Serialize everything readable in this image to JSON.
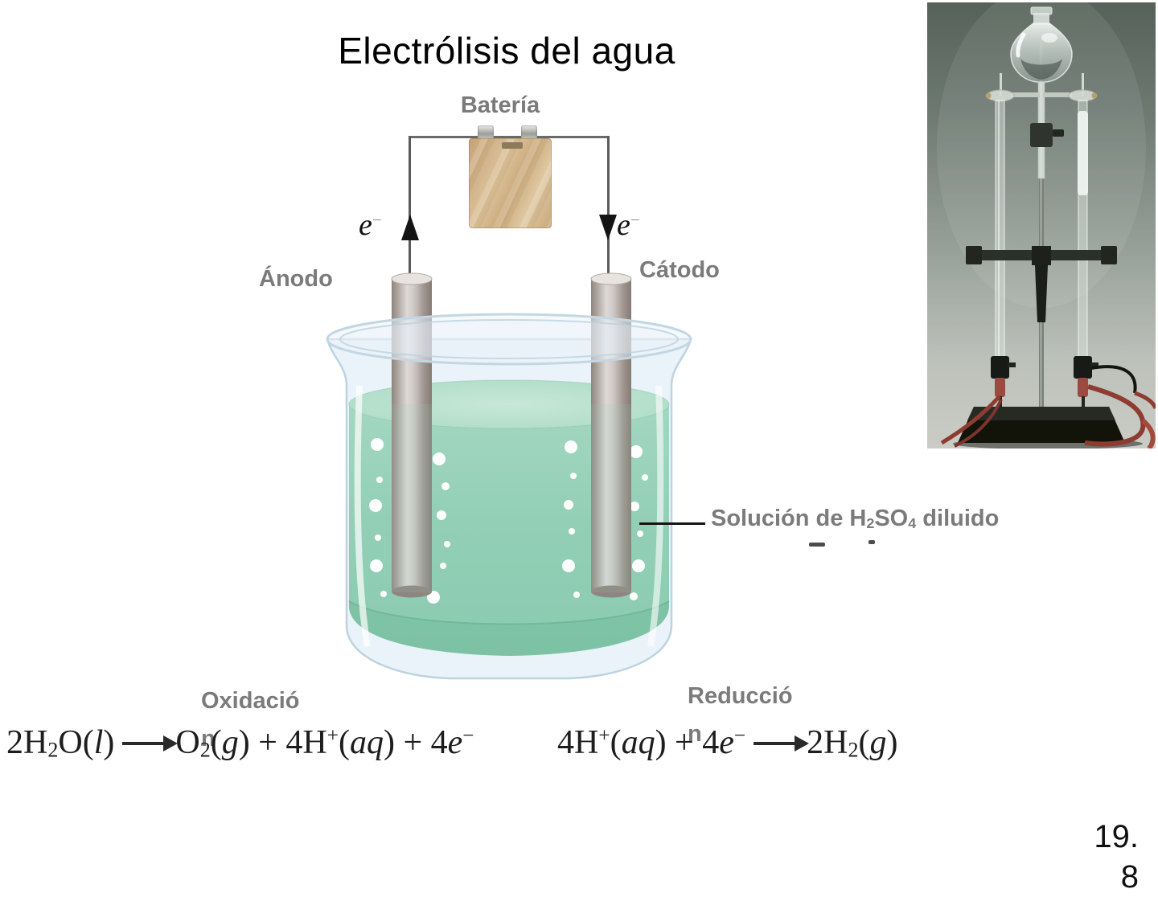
{
  "slide": {
    "title": "Electrólisis del agua",
    "page_line1": "19.",
    "page_line2": "8"
  },
  "labels": {
    "battery": "Batería",
    "anode": "Ánodo",
    "cathode": "Cátodo",
    "oxidation_line1": "Oxidació",
    "oxidation_line2": "n",
    "reduction_line1": "Reducció",
    "reduction_line2": "n"
  },
  "rich": {
    "electron": [
      {
        "t": "e",
        "s": "i"
      },
      {
        "t": "−",
        "s": "supd"
      }
    ],
    "solution_label": [
      {
        "t": "Solución de H"
      },
      {
        "t": "2",
        "s": "sub"
      },
      {
        "t": "SO"
      },
      {
        "t": "4",
        "s": "sub"
      },
      {
        "t": "  diluido"
      }
    ],
    "eq_oxidation": [
      {
        "t": "2H"
      },
      {
        "t": "2",
        "s": "sub"
      },
      {
        "t": "O("
      },
      {
        "t": "l",
        "s": "i"
      },
      {
        "t": ")"
      },
      {
        "s": "arrow"
      },
      {
        "t": "O"
      },
      {
        "t": "2",
        "s": "sub"
      },
      {
        "t": "("
      },
      {
        "t": "g",
        "s": "i"
      },
      {
        "t": ") + 4H"
      },
      {
        "t": "+",
        "s": "sup"
      },
      {
        "t": "("
      },
      {
        "t": "aq",
        "s": "i"
      },
      {
        "t": ") + 4"
      },
      {
        "t": "e",
        "s": "i"
      },
      {
        "t": "−",
        "s": "sup"
      }
    ],
    "eq_reduction": [
      {
        "t": "4H"
      },
      {
        "t": "+",
        "s": "sup"
      },
      {
        "t": "("
      },
      {
        "t": "aq",
        "s": "i"
      },
      {
        "t": ") + 4"
      },
      {
        "t": "e",
        "s": "i"
      },
      {
        "t": "−",
        "s": "sup"
      },
      {
        "s": "arrow"
      },
      {
        "t": "2H"
      },
      {
        "t": "2",
        "s": "sub"
      },
      {
        "t": "("
      },
      {
        "t": "g",
        "s": "i"
      },
      {
        "t": ")"
      }
    ]
  },
  "photo": {
    "description": "Fotografía de un aparato de electrólisis de agua (voltámetro de Hofmann)"
  },
  "colors": {
    "label_gray": "#7b7b7b",
    "solution_green": "#93d0b8",
    "glass_blue": "#e2eef7",
    "battery_tan": "#d2b289",
    "wire_gray": "#6a6a6a",
    "equation_ink": "#1d1d1d"
  }
}
